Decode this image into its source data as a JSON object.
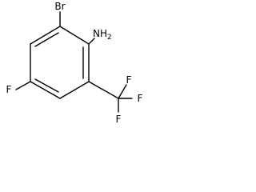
{
  "molecule": {
    "atoms": {
      "br": "Br",
      "nh2": "NH",
      "nh2_sub": "2",
      "f_ring": "F",
      "cf3_f_top": "F",
      "cf3_f_right": "F",
      "cf3_f_bottom": "F"
    }
  }
}
